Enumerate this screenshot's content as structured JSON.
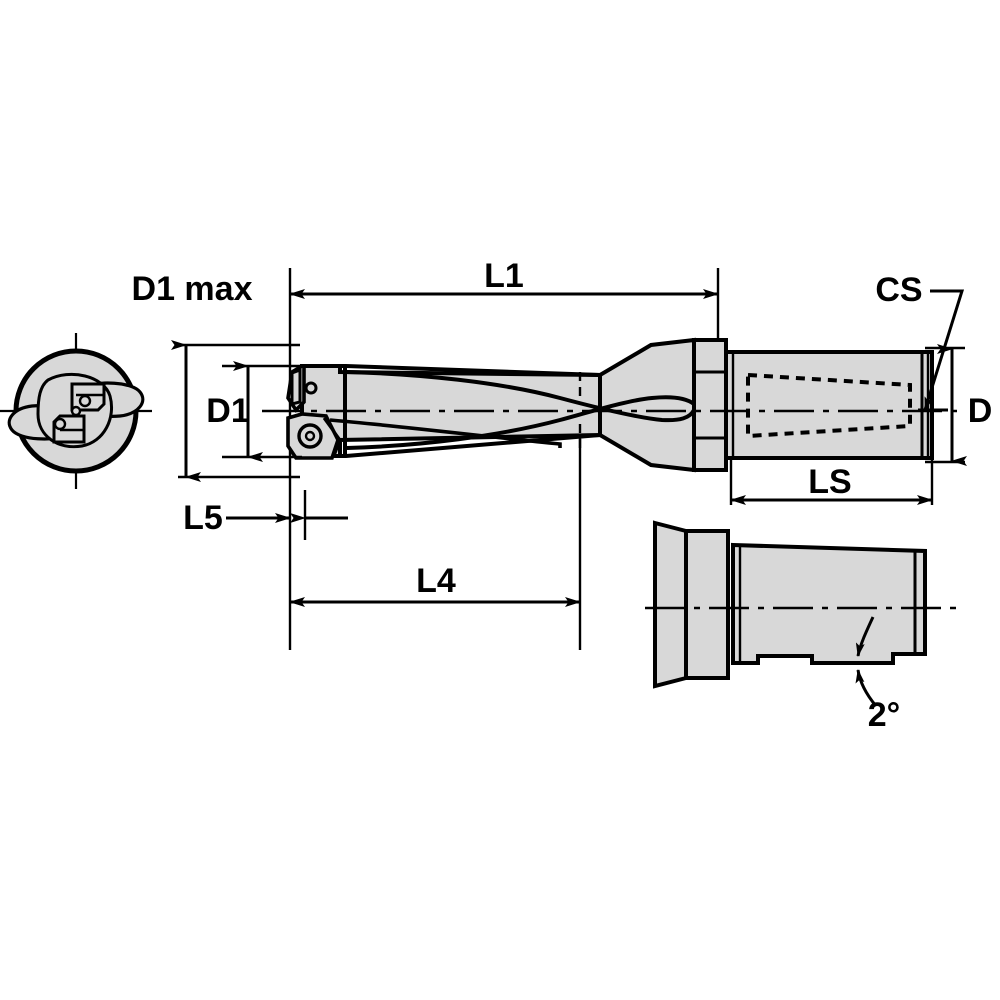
{
  "drawing": {
    "title": "Indexable Insert Drill Technical Drawing",
    "background_color": "#ffffff",
    "line_color": "#000000",
    "body_fill": "#d8d8d8",
    "body_fill_dark": "#c9c9c9",
    "views": {
      "end_view": {
        "name": "end-view",
        "description": "Front end view of drill showing insert pockets"
      },
      "side_view": {
        "name": "side-view",
        "description": "Side view of drill body with shank"
      },
      "shank_view": {
        "name": "shank-detail-view",
        "description": "Detail side view of shank with 2 degree taper"
      }
    }
  },
  "dimensions": {
    "d1_max": "D1 max",
    "d1": "D1",
    "l1": "L1",
    "l4": "L4",
    "l5": "L5",
    "ls": "LS",
    "cs": "CS",
    "d": "D",
    "angle": "2°"
  }
}
